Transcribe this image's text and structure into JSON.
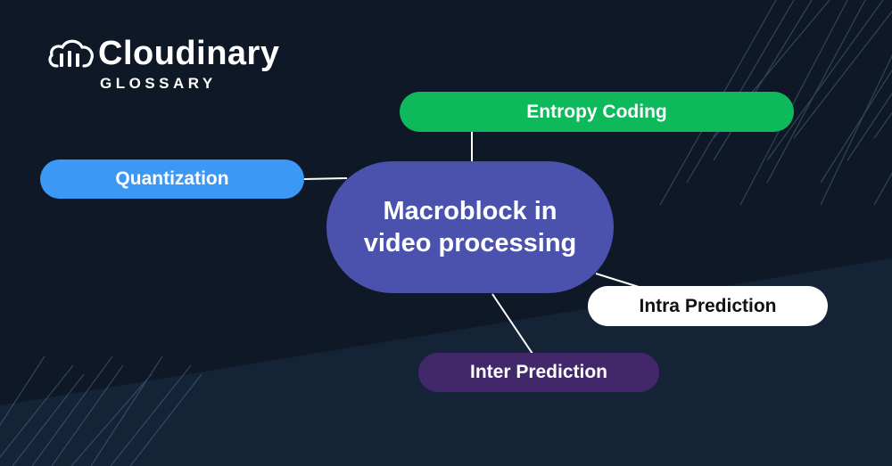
{
  "brand": {
    "name": "Cloudinary",
    "subtitle": "GLOSSARY"
  },
  "diagram": {
    "center": {
      "label": "Macroblock in video processing",
      "color": "#4a52ae"
    },
    "nodes": [
      {
        "id": "entropy-coding",
        "label": "Entropy Coding",
        "color": "#0db95b",
        "text_color": "#ffffff"
      },
      {
        "id": "quantization",
        "label": "Quantization",
        "color": "#3b98f5",
        "text_color": "#ffffff"
      },
      {
        "id": "intra-prediction",
        "label": "Intra Prediction",
        "color": "#ffffff",
        "text_color": "#111111"
      },
      {
        "id": "inter-prediction",
        "label": "Inter Prediction",
        "color": "#43276b",
        "text_color": "#ffffff"
      }
    ],
    "edge_color": "#ffffff"
  },
  "background": {
    "dark": "#0f1826",
    "light": "#152337",
    "stripe": "#4a6a86"
  }
}
